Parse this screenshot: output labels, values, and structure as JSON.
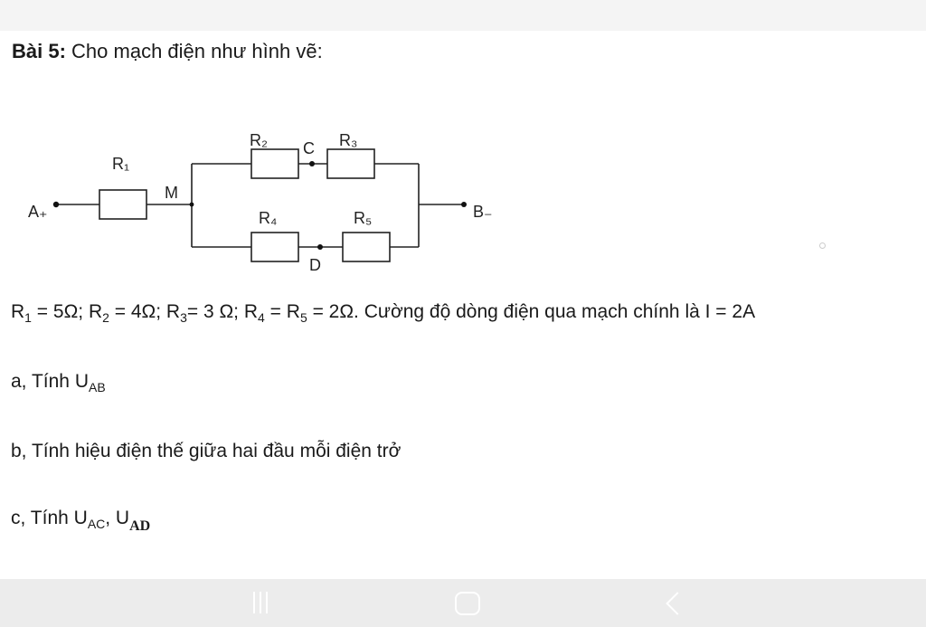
{
  "problem": {
    "title_bold": "Bài 5:",
    "title_text": " Cho mạch điện như hình vẽ:"
  },
  "circuit": {
    "labels": {
      "R1": "R₁",
      "R2": "R₂",
      "R3": "R₃",
      "R4": "R₄",
      "R5": "R₅",
      "A": "A₊",
      "B": "B₋",
      "M": "M",
      "C": "C",
      "D": "D"
    }
  },
  "given": {
    "r1": "R",
    "r1_sub": "1",
    "r1_val": " = 5Ω;  ",
    "r2": "R",
    "r2_sub": "2",
    "r2_val": " = 4Ω;  ",
    "r3": "R",
    "r3_sub": "3",
    "r3_val": "= 3 Ω; ",
    "r4": "R",
    "r4_sub": "4",
    "r4_eq": " = ",
    "r5": "R",
    "r5_sub": "5",
    "r5_val": " = 2Ω. Cường độ dòng điện qua mạch chính là I = 2A"
  },
  "questions": {
    "a_text": "a, Tính U",
    "a_sub": "AB",
    "b_text": "b, Tính hiệu điện thế giữa hai đầu mỗi điện trở",
    "c_text": "c, Tính U",
    "c_sub1": "AC",
    "c_sep": ", U",
    "c_sub2": "AD"
  }
}
